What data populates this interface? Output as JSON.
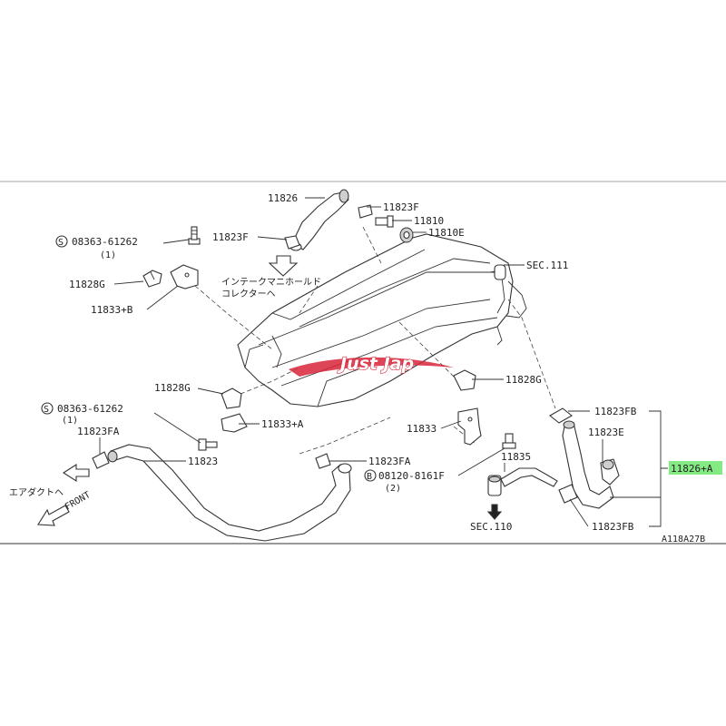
{
  "colors": {
    "highlight": "#6ee86e",
    "watermark_red": "#d8263a",
    "line": "#333333"
  },
  "labels": {
    "p11826": "11826",
    "p11823f_top": "11823F",
    "p11823f_left": "11823F",
    "p11810": "11810",
    "p11810e": "11810E",
    "sec111": "SEC.111",
    "bolt_top": "08363-61262",
    "bolt_top_qty": "(1)",
    "bolt_top_mark": "S",
    "p11828g_top": "11828G",
    "p11833b": "11833+B",
    "jp_intake_1": "インテークマニホールド",
    "jp_intake_2": "コレクターヘ",
    "p11828g_mid": "11828G",
    "p11828g_right": "11828G",
    "bolt_mid": "08363-61262",
    "bolt_mid_qty": "(1)",
    "bolt_mid_mark": "S",
    "p11833a": "11833+A",
    "p11823fa_left": "11823FA",
    "p11823": "11823",
    "jp_airduct": "エアダクトヘ",
    "front": "FRONT",
    "p11823fa_mid": "11823FA",
    "p11833": "11833",
    "p11835": "11835",
    "bolt_b": "08120-8161F",
    "bolt_b_qty": "(2)",
    "bolt_b_mark": "B",
    "sec110": "SEC.110",
    "p11823fb_top": "11823FB",
    "p11823e": "11823E",
    "p11826a": "11826+A",
    "p11823fb_bottom": "11823FB",
    "ref_code": "A118A27B"
  },
  "watermark": {
    "text": "Just Jap"
  }
}
